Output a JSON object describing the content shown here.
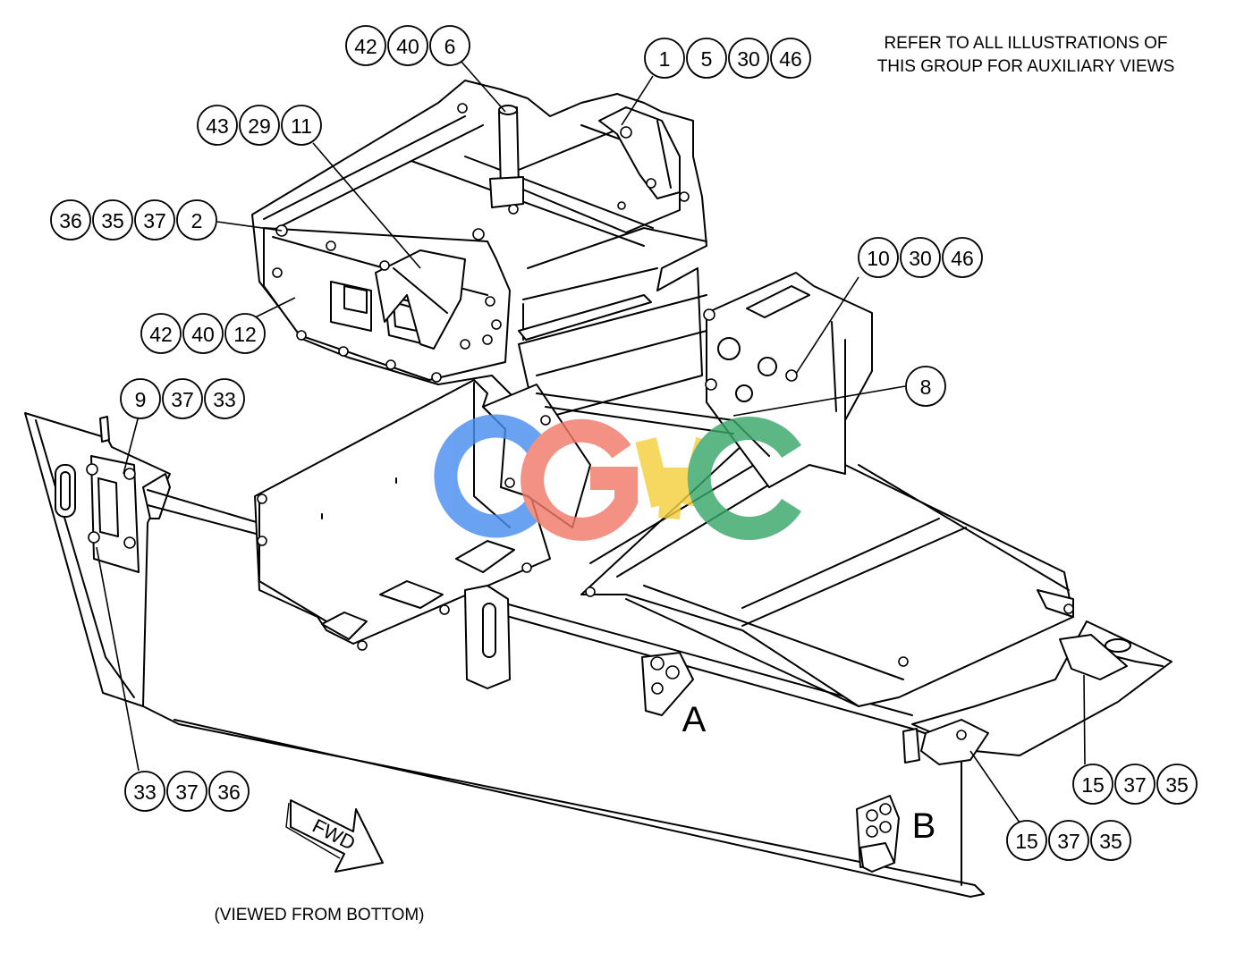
{
  "note_lines": [
    "REFER TO ALL ILLUSTRATIONS OF",
    "THIS GROUP FOR AUXILIARY VIEWS"
  ],
  "viewed_caption": "(VIEWED FROM BOTTOM)",
  "fwd_label": "FWD",
  "detail_labels": [
    "A",
    "B"
  ],
  "watermark": {
    "text": "CGHC",
    "colors": [
      "#4a8ef0",
      "#f07a6a",
      "#f5cf3d",
      "#3aa86a"
    ]
  },
  "callouts": [
    {
      "id": "g1",
      "numbers": [
        "42",
        "40",
        "6"
      ]
    },
    {
      "id": "g2",
      "numbers": [
        "1",
        "5",
        "30",
        "46"
      ]
    },
    {
      "id": "g3",
      "numbers": [
        "43",
        "29",
        "11"
      ]
    },
    {
      "id": "g4",
      "numbers": [
        "36",
        "35",
        "37",
        "2"
      ]
    },
    {
      "id": "g5",
      "numbers": [
        "10",
        "30",
        "46"
      ]
    },
    {
      "id": "g6",
      "numbers": [
        "42",
        "40",
        "12"
      ]
    },
    {
      "id": "g7",
      "numbers": [
        "8"
      ]
    },
    {
      "id": "g8",
      "numbers": [
        "9",
        "37",
        "33"
      ]
    },
    {
      "id": "g9",
      "numbers": [
        "33",
        "37",
        "36"
      ]
    },
    {
      "id": "g10",
      "numbers": [
        "15",
        "37",
        "35"
      ]
    },
    {
      "id": "g11",
      "numbers": [
        "15",
        "37",
        "35"
      ]
    }
  ]
}
